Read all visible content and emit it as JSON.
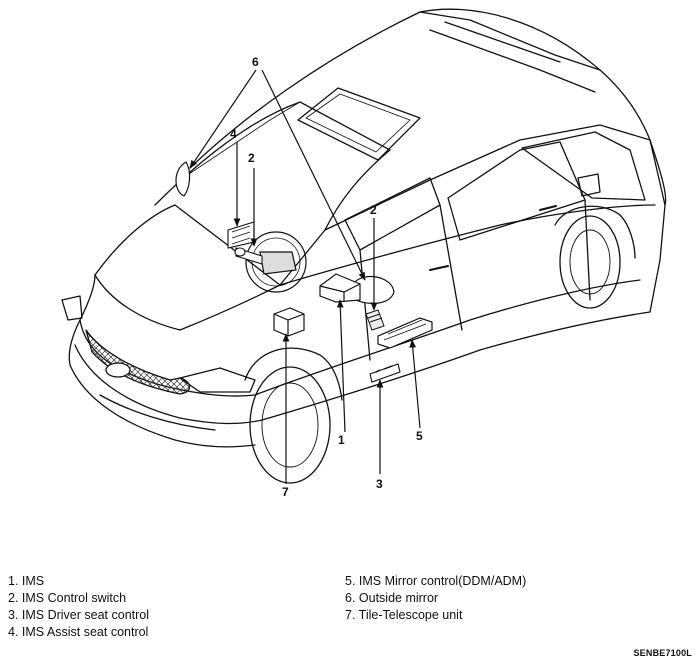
{
  "callouts": {
    "c1": "1",
    "c2a": "2",
    "c2b": "2",
    "c3": "3",
    "c4": "4",
    "c5": "5",
    "c6": "6",
    "c7": "7"
  },
  "legend": [
    "1. IMS",
    "2. IMS Control switch",
    "3. IMS Driver seat control",
    "4. IMS Assist seat control",
    "5. IMS Mirror control(DDM/ADM)",
    "6. Outside mirror",
    "7. Tile-Telescope unit"
  ],
  "figure_code": "SENBE7100L"
}
